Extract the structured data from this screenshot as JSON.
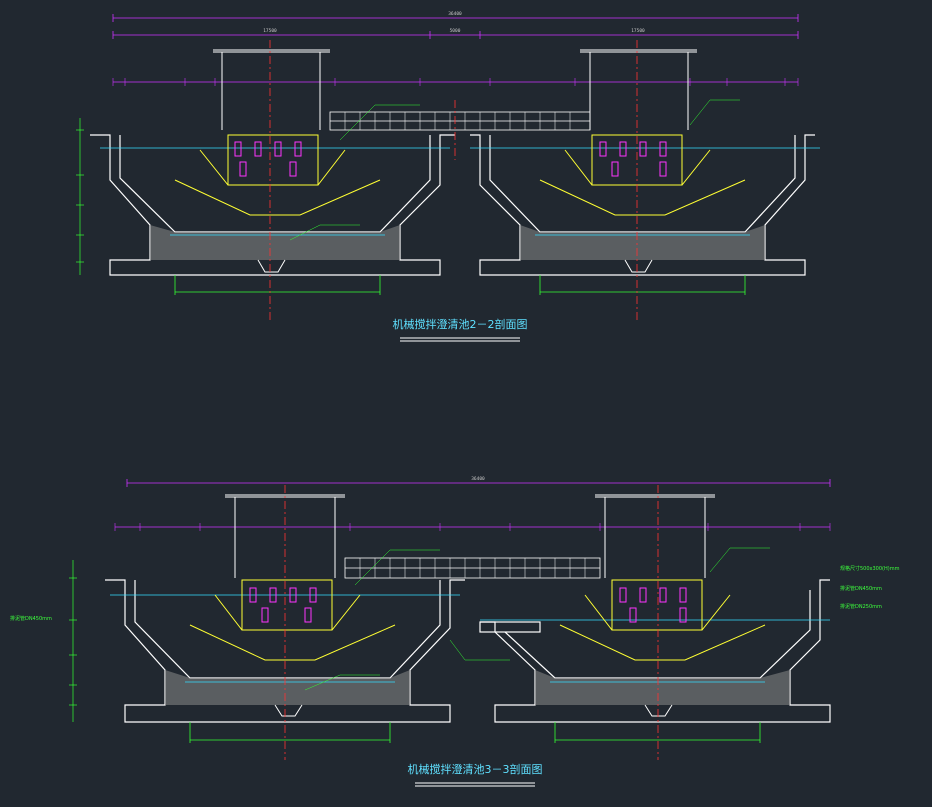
{
  "drawing": {
    "section_a": {
      "title": "机械搅拌澄清池2－2剖面图",
      "overall_dim": "36400",
      "top_dims": [
        "17500",
        "5000",
        "17500"
      ]
    },
    "section_b": {
      "title": "机械搅拌澄清池3－3剖面图",
      "overall_dim": "36400",
      "notes_green": [
        "排泥管DN450mm",
        "规格尺寸500x300(H)mm",
        "排泥管DN450mm",
        "排泥管DN250mm"
      ]
    },
    "colors": {
      "background": "#212830",
      "concrete": "#ffffff",
      "dimension": "#cc33ff",
      "centerline": "#ff3333",
      "water": "#33ddff",
      "annotation": "#33ff33",
      "equipment": "#ffff33",
      "pipe": "#ff33ff"
    }
  }
}
